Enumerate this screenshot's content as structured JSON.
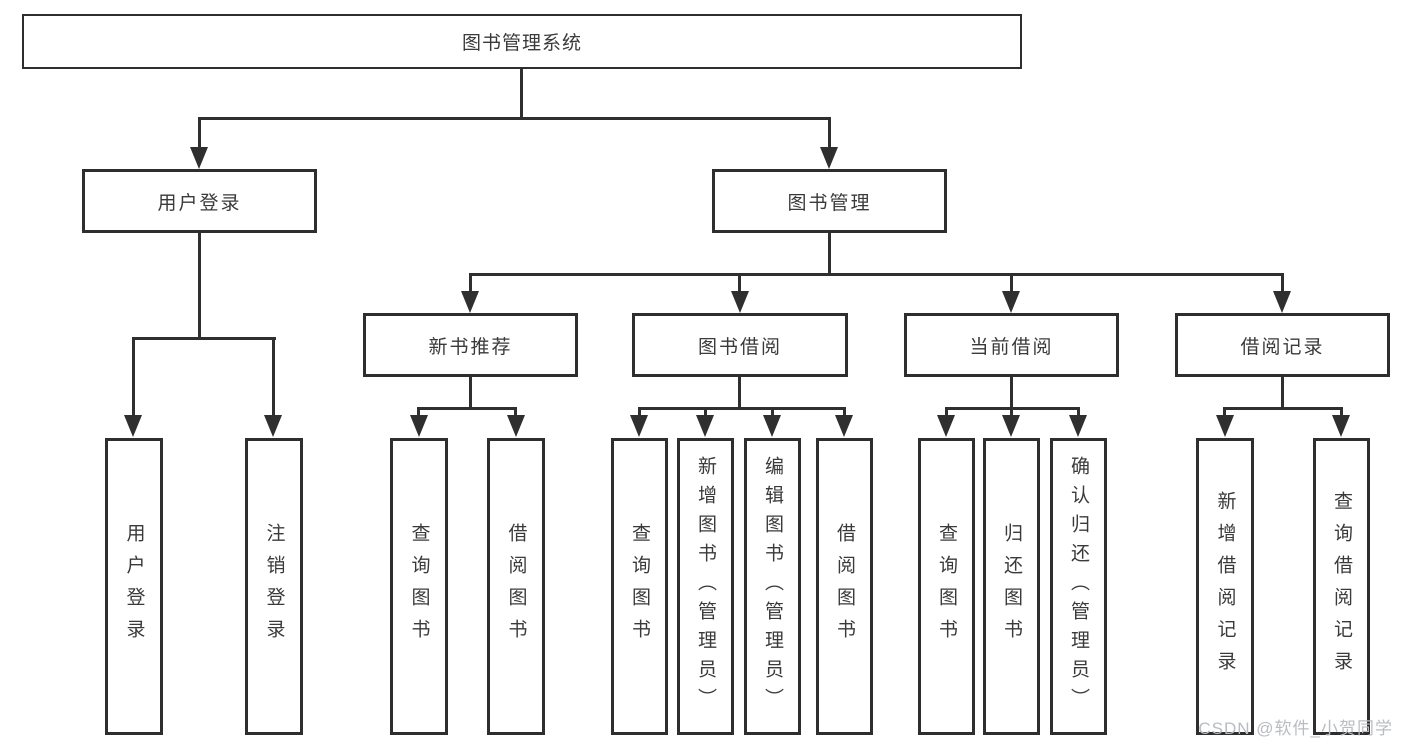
{
  "watermark": "CSDN @软件_小贺同学",
  "colors": {
    "line": "#2f2f2f",
    "border": "#2e2e2e",
    "text": "#3a3a3a",
    "watermark": "#b9bcc0",
    "background": "#ffffff"
  },
  "tree": {
    "root": {
      "label": "图书管理系统"
    },
    "children": [
      {
        "label": "用户登录",
        "children": [
          {
            "label": "用户登录"
          },
          {
            "label": "注销登录"
          }
        ]
      },
      {
        "label": "图书管理",
        "children": [
          {
            "label": "新书推荐",
            "children": [
              {
                "label": "查询图书"
              },
              {
                "label": "借阅图书"
              }
            ]
          },
          {
            "label": "图书借阅",
            "children": [
              {
                "label": "查询图书"
              },
              {
                "label": "新增图书（管理员）"
              },
              {
                "label": "编辑图书（管理员）"
              },
              {
                "label": "借阅图书"
              }
            ]
          },
          {
            "label": "当前借阅",
            "children": [
              {
                "label": "查询图书"
              },
              {
                "label": "归还图书"
              },
              {
                "label": "确认归还（管理员）"
              }
            ]
          },
          {
            "label": "借阅记录",
            "children": [
              {
                "label": "新增借阅记录"
              },
              {
                "label": "查询借阅记录"
              }
            ]
          }
        ]
      }
    ]
  }
}
